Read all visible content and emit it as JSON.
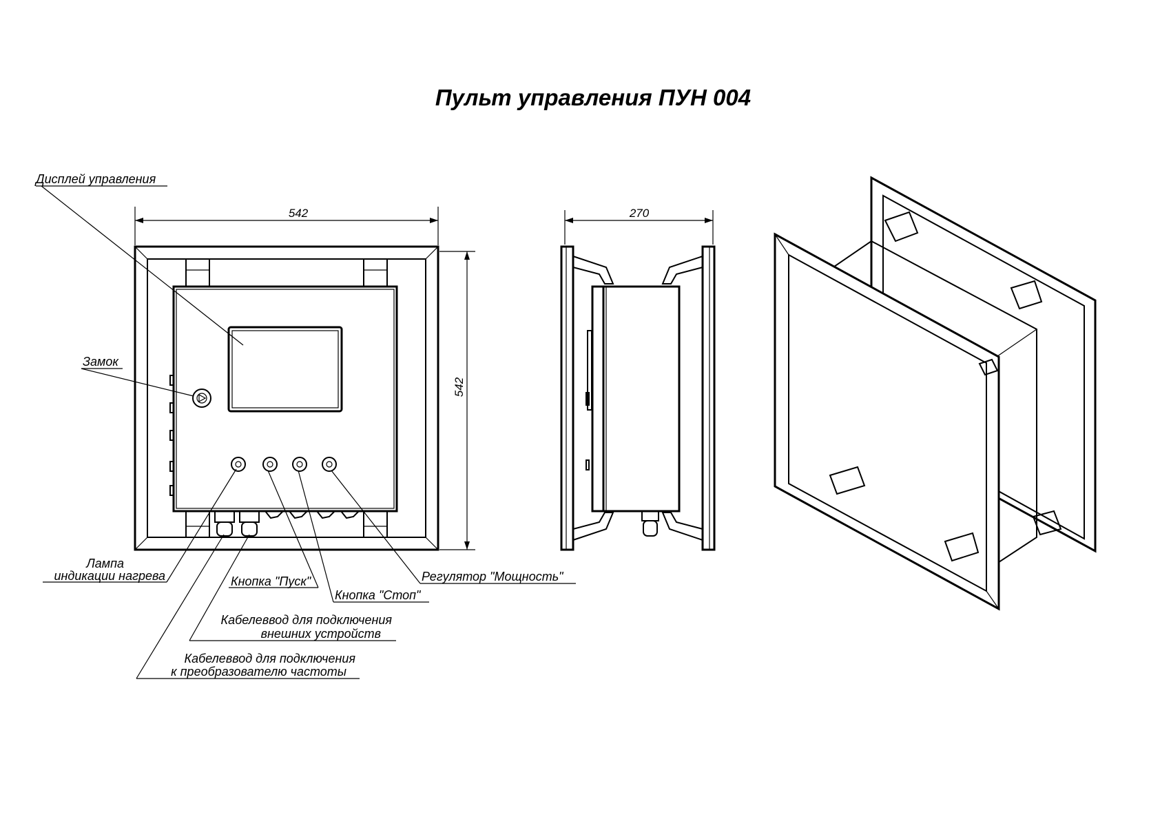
{
  "title": "Пульт управления ПУН 004",
  "dimensions": {
    "front_width": "542",
    "front_height": "542",
    "side_depth": "270"
  },
  "callouts": {
    "display": "Дисплей управления",
    "lock": "Замок",
    "lamp_line1": "Лампа",
    "lamp_line2": "индикации нагрева",
    "start_button": "Кнопка \"Пуск\"",
    "stop_button": "Кнопка \"Стоп\"",
    "power_regulator": "Регулятор \"Мощность\"",
    "gland_external_line1": "Кабелеввод для подключения",
    "gland_external_line2": "внешних устройств",
    "gland_converter_line1": "Кабелеввод для подключения",
    "gland_converter_line2": "к преобразователю частоты"
  },
  "colors": {
    "line": "#000000",
    "background": "#ffffff"
  }
}
